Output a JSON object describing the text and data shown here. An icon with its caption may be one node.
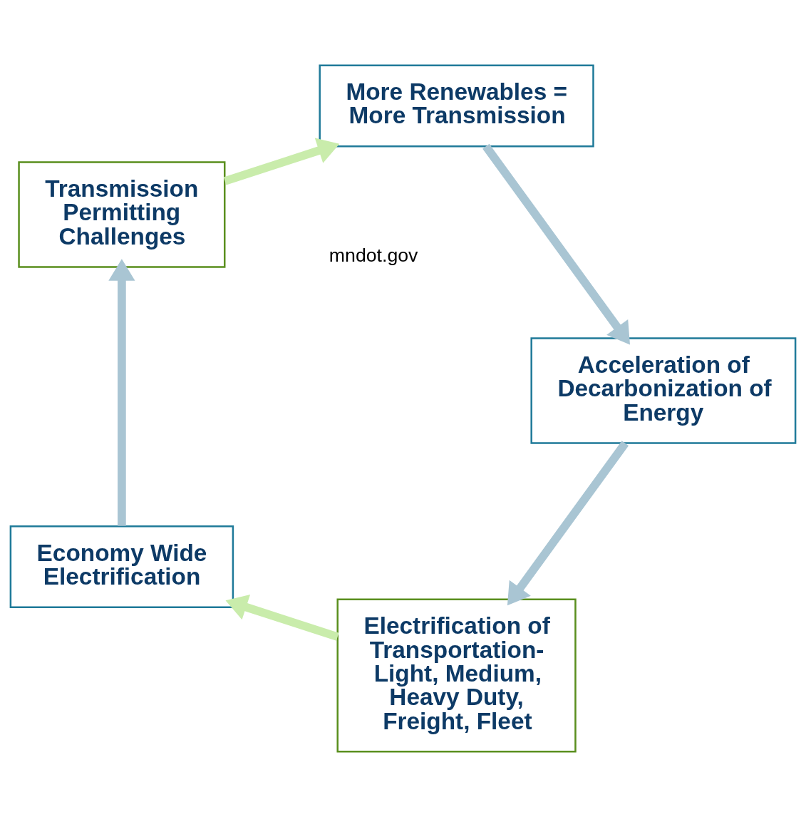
{
  "diagram": {
    "nodes": [
      {
        "text": [
          "Electrification of Transportation- Light, Medium, Heavy Duty, Freight, Fleet"
        ]
      },
      {
        "text": [
          "Economy Wide Electrification"
        ]
      },
      {
        "text": [
          "Transmission Permitting Challenges"
        ]
      },
      {
        "text": [
          "More Renewables = More Transmission"
        ]
      },
      {
        "text": [
          "Acceleration of Decarbonization of Energy"
        ]
      }
    ],
    "edges": [
      {
        "from": 0,
        "to": 1,
        "arrow": "to",
        "color": "#c9ecab"
      },
      {
        "from": 1,
        "to": 2,
        "arrow": "to"
      },
      {
        "from": 2,
        "to": 3,
        "arrow": "to",
        "color": "#c9ecab"
      },
      {
        "from": 3,
        "to": 4,
        "arrow": "to"
      },
      {
        "from": 4,
        "to": 0,
        "arrow": "to"
      }
    ],
    "labels": [
      "mndot.gov"
    ]
  }
}
